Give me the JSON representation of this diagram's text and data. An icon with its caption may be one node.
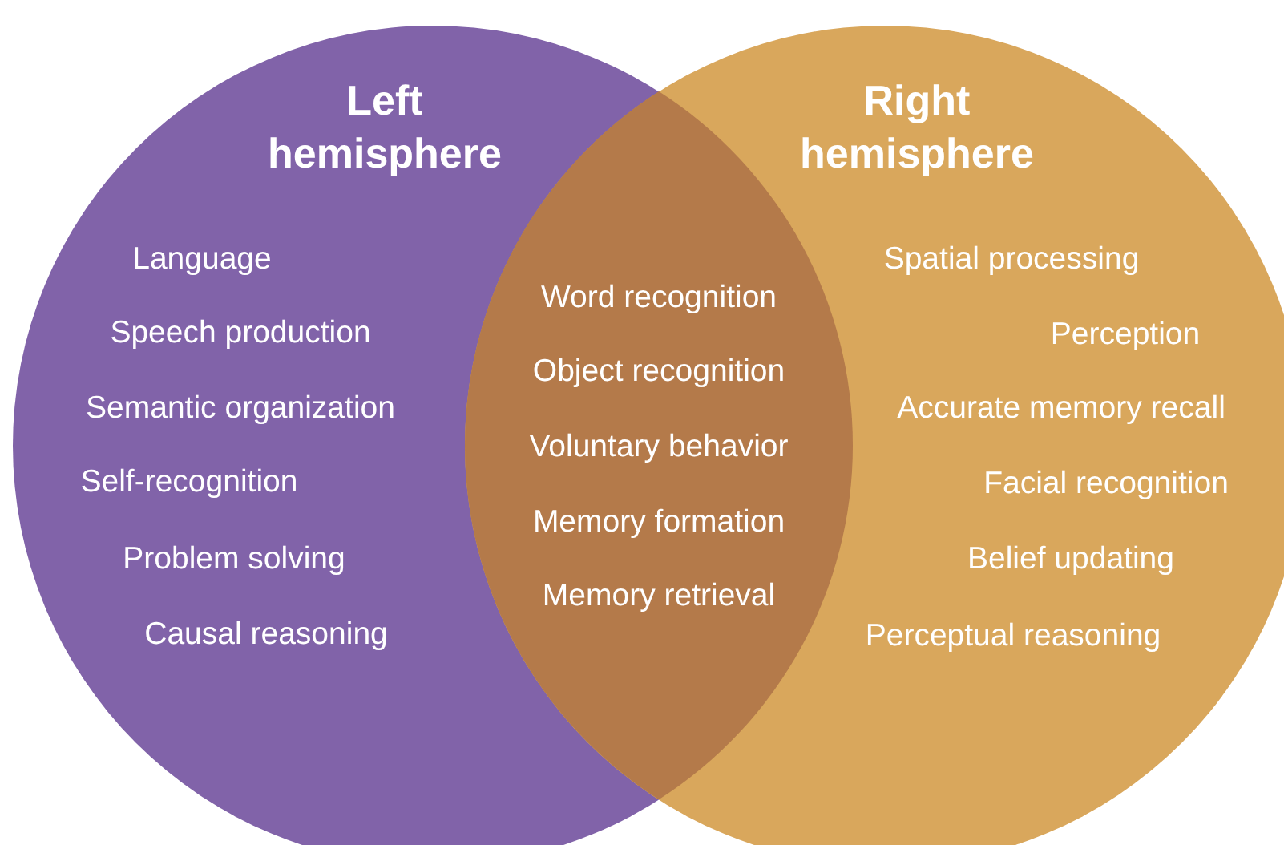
{
  "diagram": {
    "nodes": [
      {
        "text": [
          "Left hemisphere",
          "Language",
          "Speech production",
          "Semantic organization",
          "Self-recognition",
          "Problem solving",
          "Causal reasoning"
        ]
      },
      {
        "text": [
          "Right hemisphere",
          "Spatial processing",
          "Perception",
          "Accurate memory recall",
          "Facial recognition",
          "Belief updating",
          "Perceptual reasoning"
        ]
      },
      {
        "text": [
          "Word recognition",
          "Object recognition",
          "Voluntary behavior",
          "Memory formation",
          "Memory retrieval"
        ]
      }
    ],
    "edges": []
  }
}
